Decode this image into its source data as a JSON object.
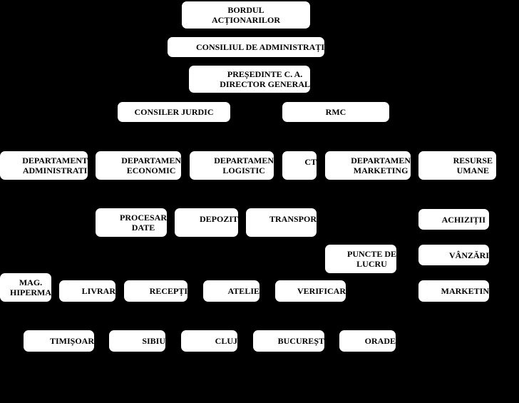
{
  "background": "#000000",
  "box_color": "#ffffff",
  "nodes": {
    "bordul": "BORDUL\nACȚIONARILOR",
    "consiliul": "CONSILIUL DE ADMINISTRAȚI",
    "presedinte": "PREȘEDINTE C. A.\nDIRECTOR GENERAL",
    "consiler": "CONSILER JURDIC",
    "rmc": "RMC",
    "dep_admin": "DEPARTAMENT\nADMINISTRATI",
    "dep_economic": "DEPARTAMEN\nECONOMIC",
    "dep_logistic": "DEPARTAMEN\nLOGISTIC",
    "ct": "CT",
    "dep_marketing": "DEPARTAMEN\nMARKETING",
    "resurse": "RESURSE\nUMANE",
    "procesar": "PROCESAR\nDATE",
    "depozit": "DEPOZIT",
    "transpor": "TRANSPOR",
    "achizitii": "ACHIZIȚII",
    "puncte": "PUNCTE DE\nLUCRU",
    "vanzari": "VÂNZĂRI",
    "mag": "MAG.\nHIPERMA",
    "livrar": "LIVRAR",
    "recepti": "RECEPȚI",
    "atelie": "ATELIE",
    "verificar": "VERIFICAR",
    "marketin": "MARKETIN",
    "timisoar": "TIMIȘOAR",
    "sibiu": "SIBIU",
    "cluj": "CLUJ",
    "bucurest": "BUCUREȘT",
    "orade": "ORADE"
  }
}
